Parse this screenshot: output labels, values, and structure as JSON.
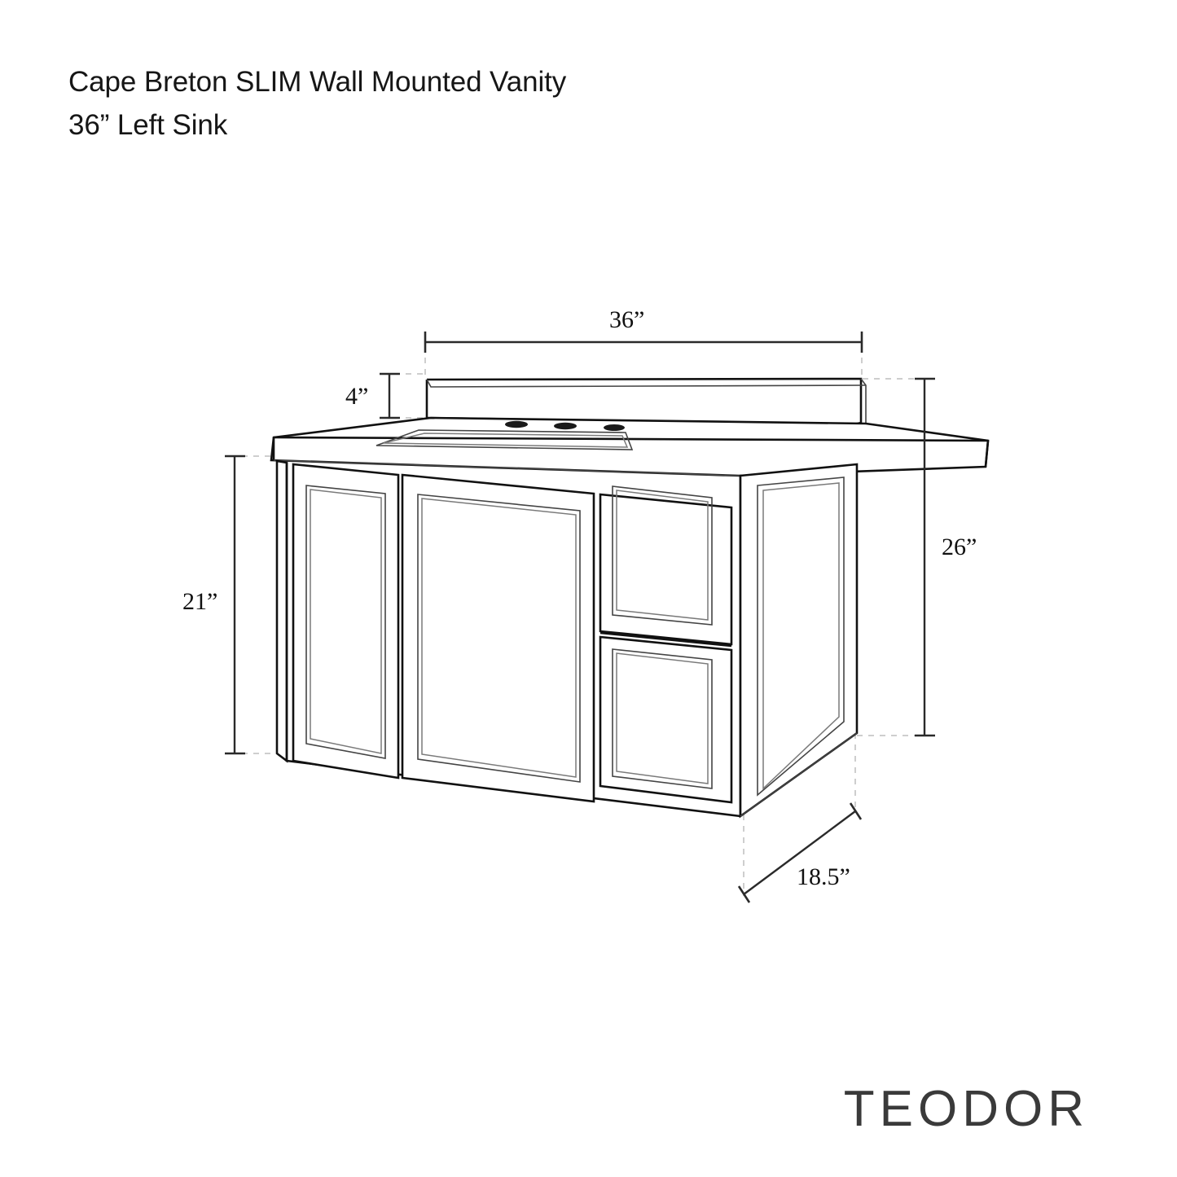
{
  "document": {
    "title_line_1": "Cape Breton SLIM Wall Mounted Vanity",
    "title_line_2": "36” Left Sink",
    "brand": "TEODOR",
    "background_color": "#ffffff",
    "line_color": "#111111",
    "guide_color": "#b8b8b8"
  },
  "product": {
    "name": "Cape Breton SLIM Wall Mounted Vanity",
    "configuration": "36” Left Sink",
    "type": "wall-mounted-vanity"
  },
  "dimensions": {
    "width": {
      "label": "36”",
      "value": 36,
      "unit": "in",
      "axis": "width",
      "placement": "top"
    },
    "backsplash_height": {
      "label": "4”",
      "value": 4,
      "unit": "in",
      "axis": "height",
      "placement": "upper-left"
    },
    "cabinet_height": {
      "label": "21”",
      "value": 21,
      "unit": "in",
      "axis": "height",
      "placement": "left"
    },
    "overall_height": {
      "label": "26”",
      "value": 26,
      "unit": "in",
      "axis": "height",
      "placement": "right"
    },
    "depth": {
      "label": "18.5”",
      "value": 18.5,
      "unit": "in",
      "axis": "depth",
      "placement": "bottom-right"
    }
  },
  "drawing": {
    "view": "isometric-three-quarter",
    "components": [
      {
        "name": "backsplash",
        "label": "Backsplash"
      },
      {
        "name": "countertop",
        "label": "Countertop with integrated sink"
      },
      {
        "name": "sink-basin",
        "label": "Integrated rectangular sink basin"
      },
      {
        "name": "faucet-holes",
        "label": "3 faucet holes",
        "count": 3
      },
      {
        "name": "left-door",
        "label": "Left shaker door"
      },
      {
        "name": "center-door",
        "label": "Center shaker door"
      },
      {
        "name": "upper-drawer",
        "label": "Upper drawer"
      },
      {
        "name": "lower-drawer",
        "label": "Lower drawer"
      },
      {
        "name": "right-side-panel",
        "label": "Right side shaker panel"
      }
    ]
  }
}
